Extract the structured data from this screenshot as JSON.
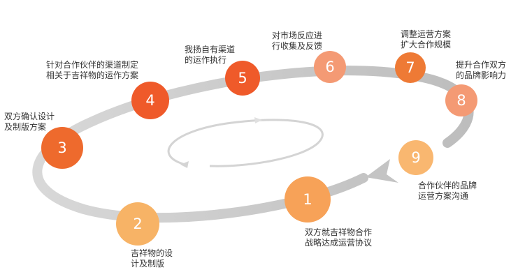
{
  "colors": {
    "ring": "#c8c8c8",
    "ring_inner": "#d2d2d2",
    "step_colors": [
      "#f7a258",
      "#f7b366",
      "#ee6a2d",
      "#ef5a2a",
      "#ef5a2a",
      "#f49a74",
      "#ee7a35",
      "#f49a74",
      "#f9b770"
    ]
  },
  "steps": [
    {
      "number": "1",
      "lines": [
        "双方就吉祥物合作",
        "战略达成运营协议"
      ]
    },
    {
      "number": "2",
      "lines": [
        "吉祥物的设",
        "计及制版"
      ]
    },
    {
      "number": "3",
      "lines": [
        "双方确认设计",
        "及制版方案"
      ]
    },
    {
      "number": "4",
      "lines": [
        "针对合作伙伴的渠道制定",
        "相关于吉祥物的运作方案"
      ]
    },
    {
      "number": "5",
      "lines": [
        "我扬自有渠道",
        "的运作执行"
      ]
    },
    {
      "number": "6",
      "lines": [
        "对市场反应进",
        "行收集及反馈"
      ]
    },
    {
      "number": "7",
      "lines": [
        "调整运营方案",
        "扩大合作规模"
      ]
    },
    {
      "number": "8",
      "lines": [
        "提升合作双方",
        "的品牌影响力"
      ]
    },
    {
      "number": "9",
      "lines": [
        "合作伙伴的品牌",
        "运营方案沟通"
      ]
    }
  ]
}
